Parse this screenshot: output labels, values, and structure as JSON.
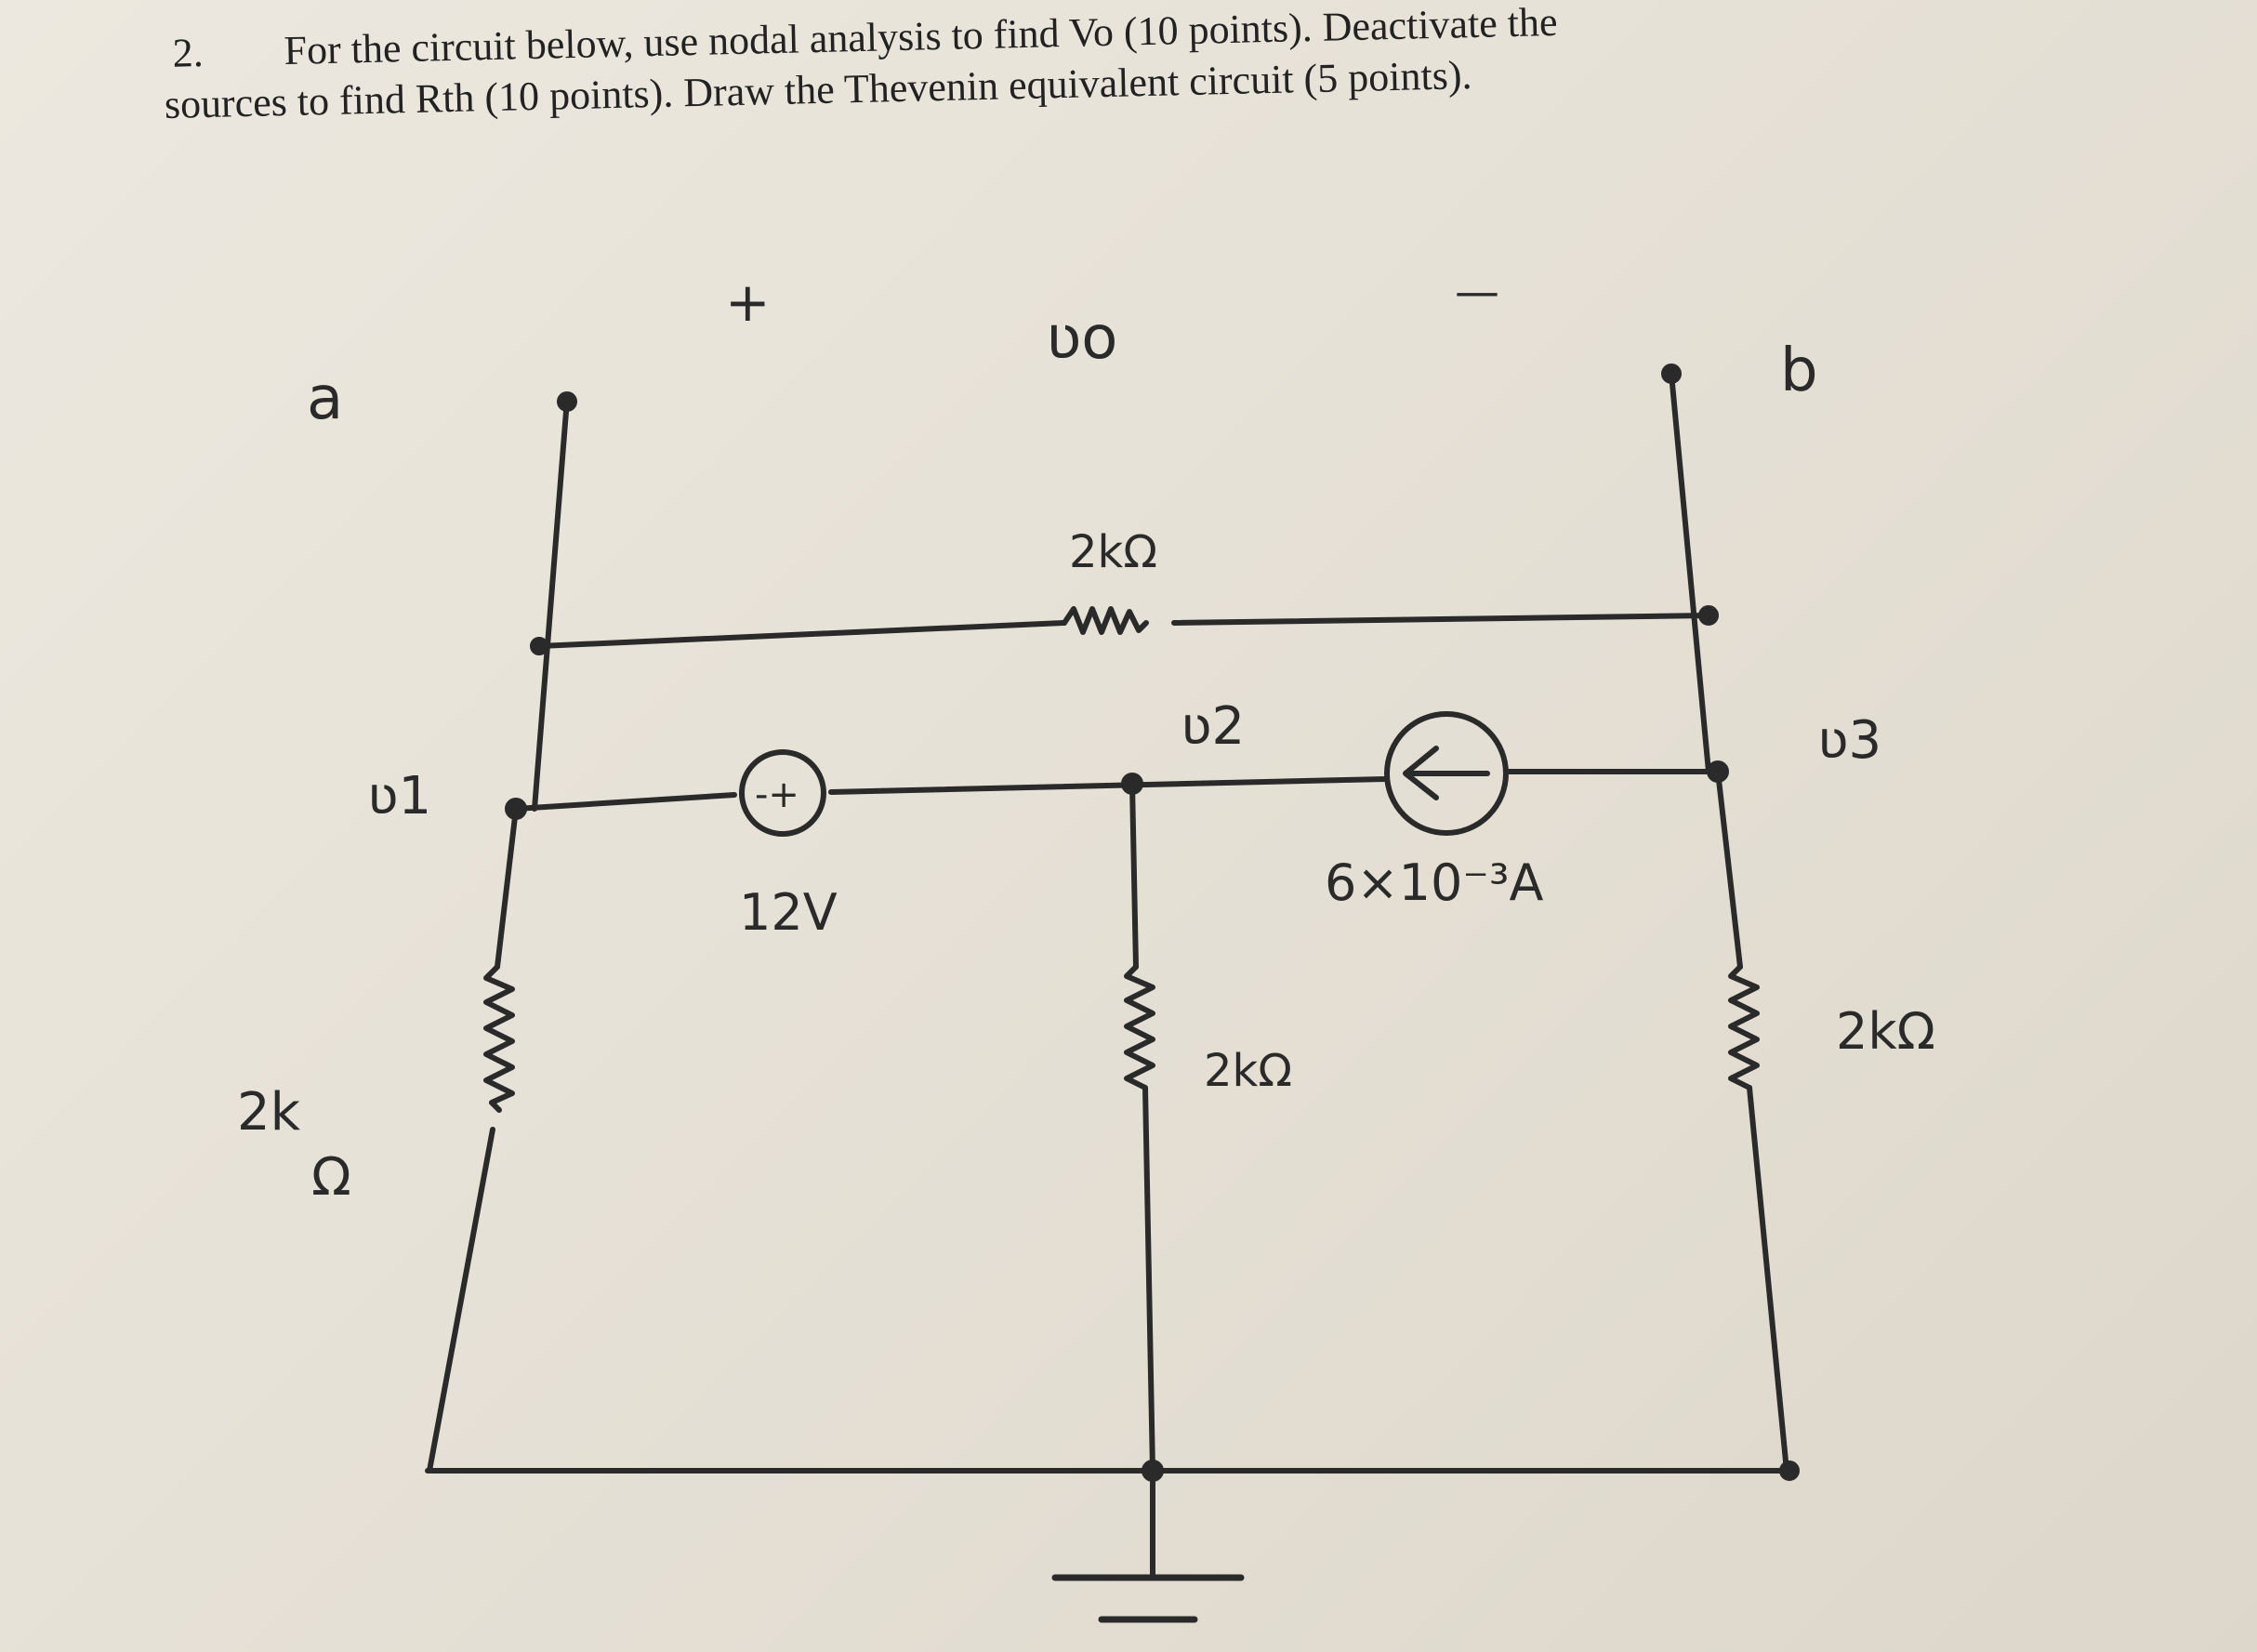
{
  "problem": {
    "number": "2.",
    "line1": "For the circuit below, use nodal analysis to find Vo (10 points). Deactivate the",
    "line2": "sources to find Rth (10 points). Draw the Thevenin equivalent circuit (5 points)."
  },
  "circuit": {
    "plus_label": "+",
    "minus_label": "—",
    "vo_label": "ʋo",
    "terminal_a": "a",
    "terminal_b": "b",
    "node_v1": "ʋ1",
    "node_v2": "ʋ2",
    "node_v3": "ʋ3",
    "top_resistor": "2kΩ",
    "voltage_source": "12V",
    "voltage_source_symbol": "-+",
    "current_source": "6×10⁻³A",
    "left_resistor_top": "2k",
    "left_resistor_bottom": "Ω",
    "middle_resistor": "2kΩ",
    "right_resistor": "2kΩ",
    "ink_color": "#2a2a2a"
  }
}
